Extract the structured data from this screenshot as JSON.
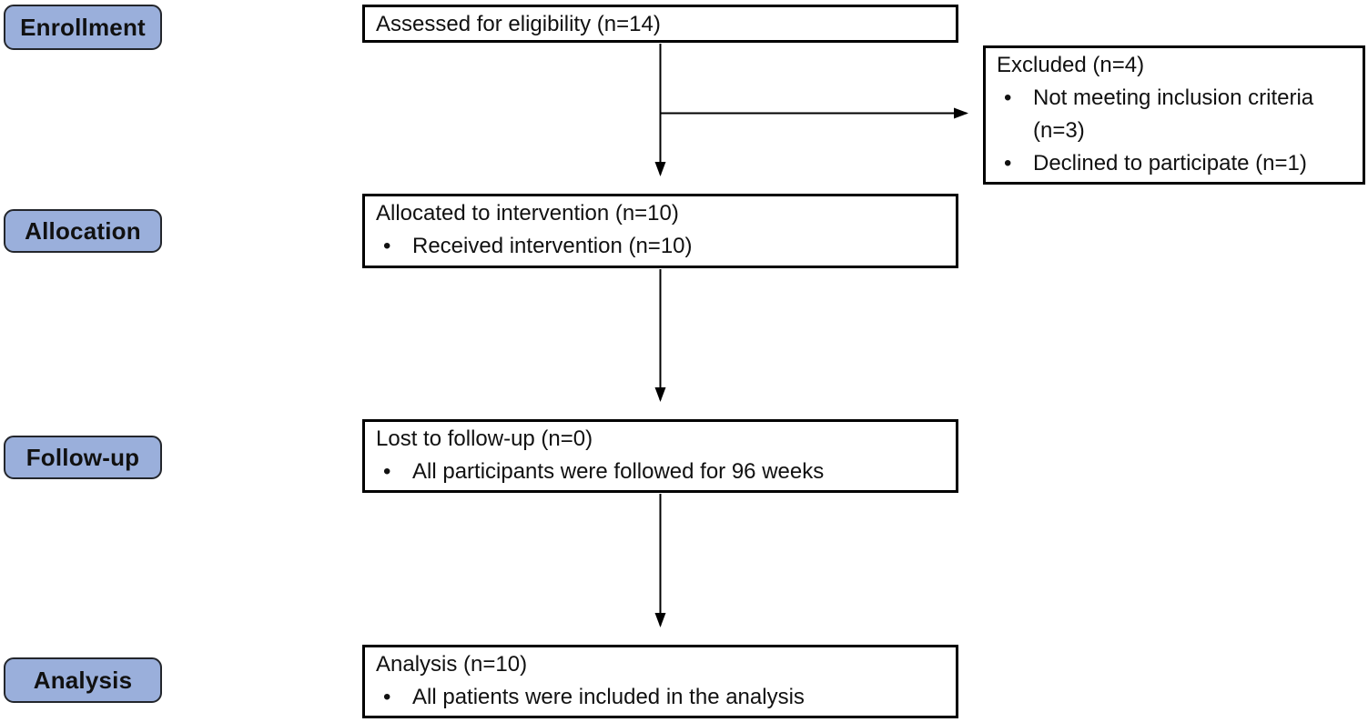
{
  "colors": {
    "stage_fill": "#9AAFDB",
    "stage_border": "#23262c",
    "box_border": "#000000",
    "text": "#111111",
    "arrow": "#000000"
  },
  "stages": [
    {
      "label": "Enrollment"
    },
    {
      "label": "Allocation"
    },
    {
      "label": "Follow-up"
    },
    {
      "label": "Analysis"
    }
  ],
  "flow": {
    "assessed": {
      "title": "Assessed for eligibility (n=14)"
    },
    "excluded": {
      "title": "Excluded (n=4)",
      "bullets": [
        "Not meeting inclusion criteria (n=3)",
        "Declined to participate (n=1)"
      ]
    },
    "allocated": {
      "title": "Allocated to intervention (n=10)",
      "bullets": [
        "Received intervention (n=10)"
      ]
    },
    "followup": {
      "title": "Lost to follow-up (n=0)",
      "bullets": [
        "All participants were followed for 96 weeks"
      ]
    },
    "analysis": {
      "title": "Analysis (n=10)",
      "bullets": [
        "All patients were included in the analysis"
      ]
    }
  }
}
